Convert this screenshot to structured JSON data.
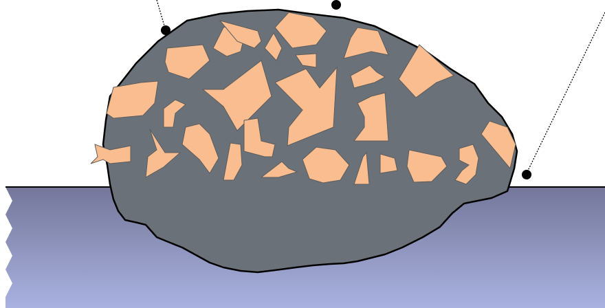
{
  "diagram": {
    "title": "",
    "labels": [],
    "colors": {
      "background": "#ffffff",
      "matrix": "#6b7178",
      "aggregate": "#f9bd8f",
      "outline": "#000000",
      "substrate_top": "#74779a",
      "substrate_bottom": "#a9b2e0",
      "leader": "#000000"
    },
    "parts": [
      "substrate",
      "deposit-matrix",
      "aggregate-particles",
      "callout-leaders"
    ]
  }
}
